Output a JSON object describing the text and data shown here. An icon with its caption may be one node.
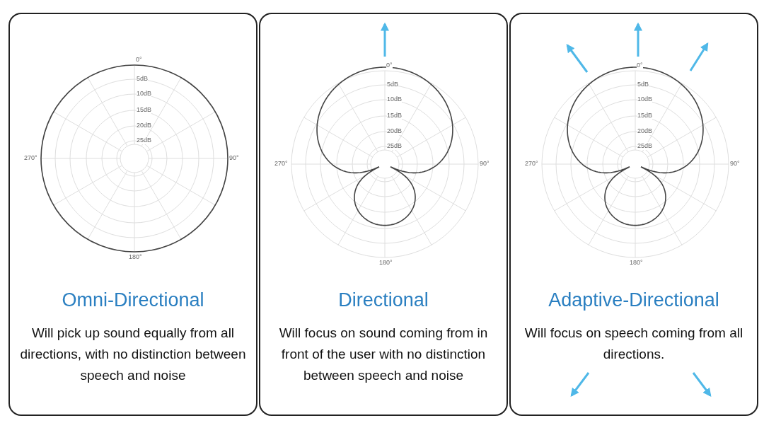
{
  "diagram": {
    "nodes": [
      {
        "text": [
          "Omni-Directional",
          "Will pick up sound equally from all directions, with no distinction between speech and noise"
        ]
      },
      {
        "text": [
          "Directional",
          "Will focus on sound coming from in front of the user with no distinction between speech and noise"
        ]
      },
      {
        "text": [
          "Adaptive-Directional",
          "Will focus on speech coming from all directions."
        ]
      }
    ],
    "labels": [
      "0°",
      "5dB",
      "10dB",
      "15dB",
      "20dB",
      "25dB",
      "270°",
      "90°",
      "180°",
      "0°",
      "5dB",
      "10dB",
      "15dB",
      "20dB",
      "25dB",
      "270°",
      "90°",
      "180°",
      "0°",
      "5dB",
      "10dB",
      "15dB",
      "20dB",
      "25dB",
      "270°",
      "90°",
      "180°"
    ]
  }
}
